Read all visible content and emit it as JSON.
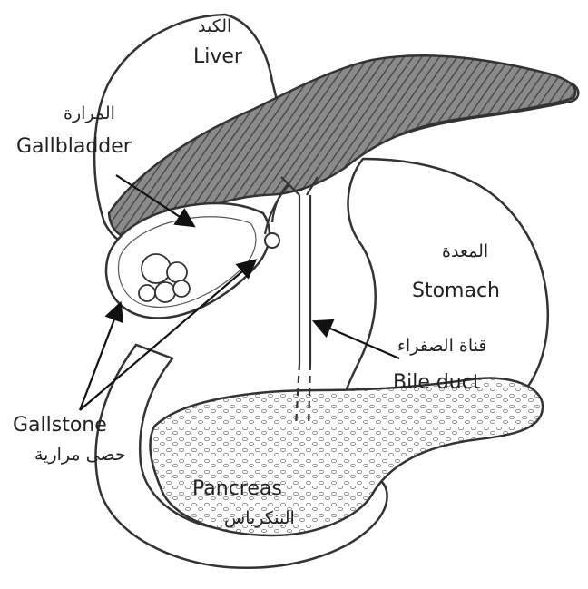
{
  "labels": {
    "liver": {
      "ar": "الكبد",
      "en": "Liver"
    },
    "gallbladder": {
      "ar": "المرارة",
      "en": "Gallbladder"
    },
    "stomach": {
      "ar": "المعدة",
      "en": "Stomach"
    },
    "bile_duct": {
      "ar": "قناة الصفراء",
      "en": "Bile duct"
    },
    "gallstone": {
      "en": "Gallstone",
      "ar": "حصى مرارية"
    },
    "pancreas": {
      "en": "Pancreas",
      "ar": "البنكرياس"
    }
  },
  "colors": {
    "ink": "#222222",
    "liver_shade": "#6a6a6a",
    "outline": "#333333"
  }
}
